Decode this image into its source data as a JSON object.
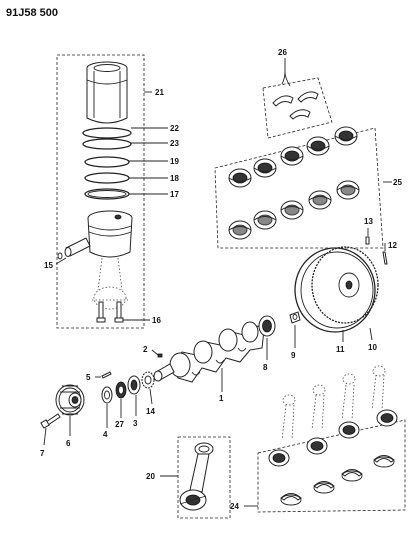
{
  "diagram_id": "91J58 500",
  "callouts": [
    "1",
    "2",
    "3",
    "4",
    "5",
    "6",
    "7",
    "8",
    "9",
    "10",
    "11",
    "12",
    "13",
    "14",
    "15",
    "16",
    "17",
    "18",
    "19",
    "20",
    "21",
    "22",
    "23",
    "24",
    "25",
    "26",
    "27"
  ]
}
